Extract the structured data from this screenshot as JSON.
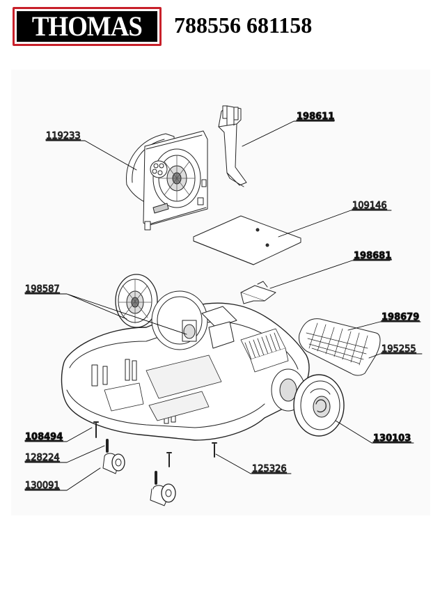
{
  "header": {
    "brand": "THOMAS",
    "model_number": "788556 681158",
    "brand_color": "#c8202a"
  },
  "parts": [
    {
      "id": "p119233",
      "label": "119233",
      "style": "light"
    },
    {
      "id": "p198611",
      "label": "198611",
      "style": "bold"
    },
    {
      "id": "p109146",
      "label": "109146",
      "style": "light"
    },
    {
      "id": "p198681",
      "label": "198681",
      "style": "bold"
    },
    {
      "id": "p198587",
      "label": "198587",
      "style": "light"
    },
    {
      "id": "p198679",
      "label": "198679",
      "style": "bold"
    },
    {
      "id": "p195255",
      "label": "195255",
      "style": "light"
    },
    {
      "id": "p108494",
      "label": "108494",
      "style": "bold"
    },
    {
      "id": "p130103",
      "label": "130103",
      "style": "bold"
    },
    {
      "id": "p128224",
      "label": "128224",
      "style": "light"
    },
    {
      "id": "p125326",
      "label": "125326",
      "style": "light"
    },
    {
      "id": "p130091",
      "label": "130091",
      "style": "light"
    }
  ]
}
